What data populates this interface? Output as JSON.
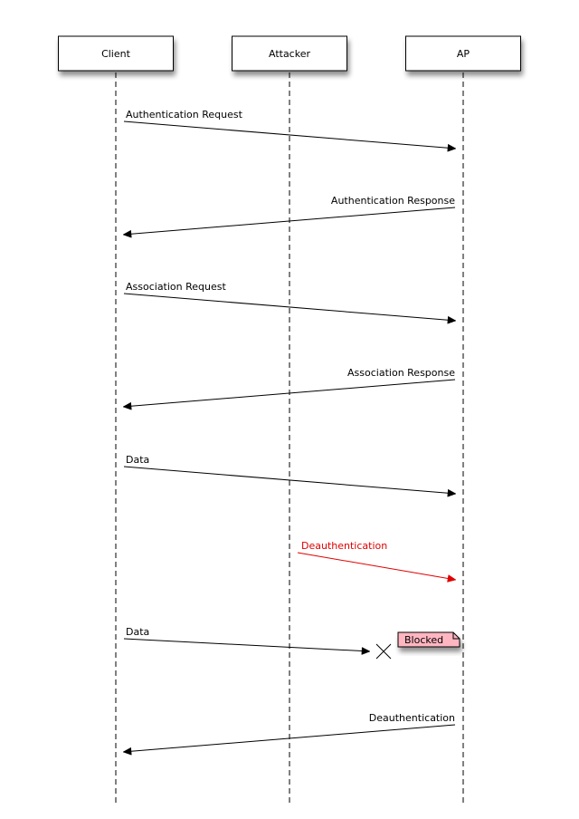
{
  "actors": [
    {
      "id": "client",
      "label": "Client"
    },
    {
      "id": "attacker",
      "label": "Attacker"
    },
    {
      "id": "ap",
      "label": "AP"
    }
  ],
  "messages": [
    {
      "from": "client",
      "to": "ap",
      "label": "Authentication Request",
      "color": "#000000"
    },
    {
      "from": "ap",
      "to": "client",
      "label": "Authentication Response",
      "color": "#000000"
    },
    {
      "from": "client",
      "to": "ap",
      "label": "Association Request",
      "color": "#000000"
    },
    {
      "from": "ap",
      "to": "client",
      "label": "Association Response",
      "color": "#000000"
    },
    {
      "from": "client",
      "to": "ap",
      "label": "Data",
      "color": "#000000"
    },
    {
      "from": "attacker",
      "to": "ap",
      "label": "Deauthentication",
      "color": "#e00000"
    },
    {
      "from": "client",
      "to": "ap",
      "label": "Data",
      "color": "#000000",
      "blocked": true
    },
    {
      "from": "ap",
      "to": "client",
      "label": "Deauthentication",
      "color": "#000000"
    }
  ],
  "note": {
    "label": "Blocked",
    "fill": "#ffb6c1",
    "border": "#000000"
  },
  "colors": {
    "line": "#000000",
    "actor_fill": "#ffffff",
    "shadow": "#9a9a9a",
    "attack": "#e00000"
  }
}
